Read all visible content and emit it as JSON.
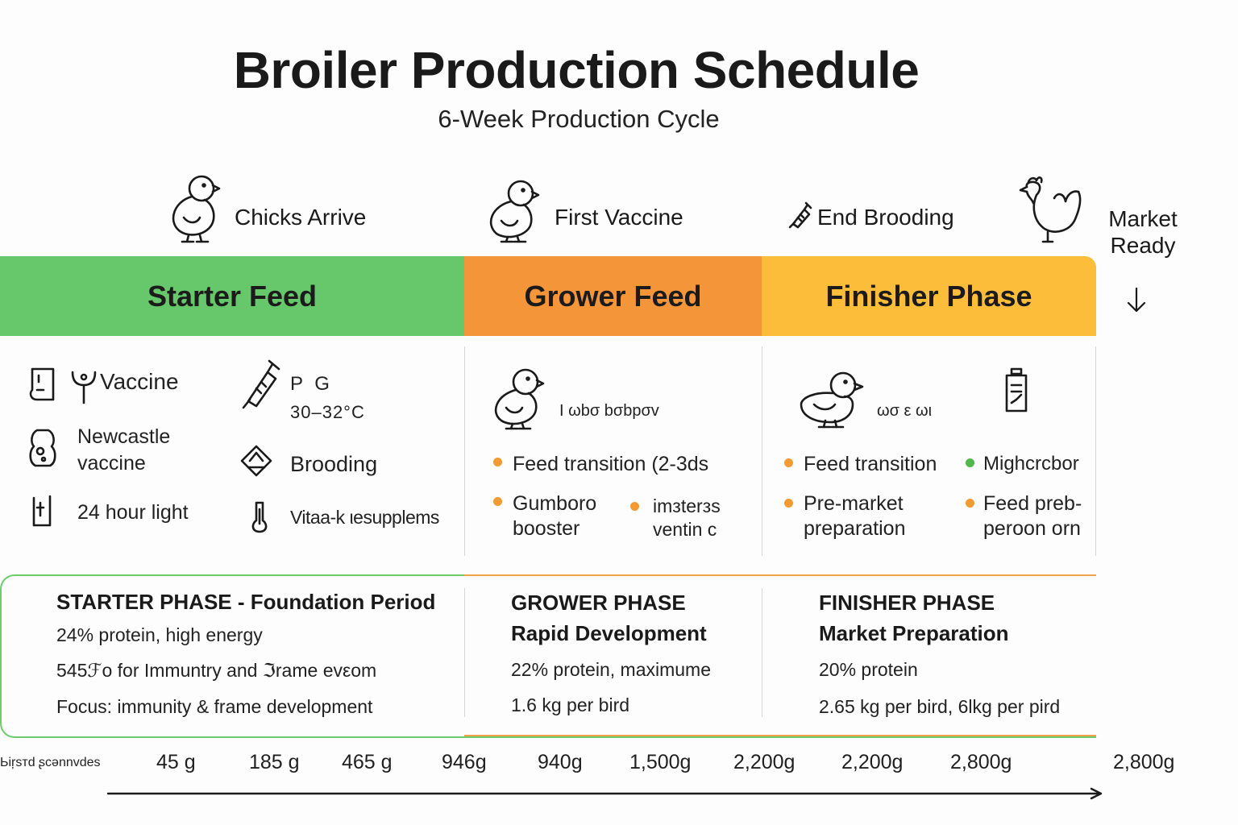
{
  "header": {
    "title": "Broiler Production Schedule",
    "subtitle": "6-Week Production Cycle"
  },
  "milestones": [
    {
      "label": "Chicks Arrive",
      "icon": "chick-icon"
    },
    {
      "label": "First Vaccine",
      "icon": "chick-icon"
    },
    {
      "label": "End Brooding",
      "icon": "syringe-icon"
    },
    {
      "label": "Market Ready",
      "icon": "hen-icon"
    }
  ],
  "phases": [
    {
      "label": "Starter Feed",
      "color": "#66c86a"
    },
    {
      "label": "Grower Feed",
      "color": "#f39538"
    },
    {
      "label": "Finisher Phase",
      "color": "#fbbd3a"
    }
  ],
  "starter_details": {
    "vaccine": "Vaccine",
    "temp_top": "P G",
    "temp": "30–32°C",
    "newcastle": "Newcastle vaccine",
    "brooding": "Brooding",
    "light": "24 hour light",
    "supplements": "Vitaa-k ιesupplems"
  },
  "grower_details": {
    "icon_caption": "I ωbσ bσbpσv",
    "bullets": [
      "Feed transition (2-3ds",
      "Gumboro booster",
      "imзterзs ventin c"
    ]
  },
  "finisher_details": {
    "icon_caption": "ωσ ε ωι",
    "bullets": [
      "Feed transition",
      "Mighcrcbor",
      "Pre-market preparation",
      "Feed preb- peroon orn"
    ]
  },
  "summaries": [
    {
      "heading": "STARTER PHASE - Foundation Period",
      "lines": [
        "24% protein, high energy",
        "545ℱo for Immuntry and ℑrame evεom",
        "Focus: immunity & frame development"
      ]
    },
    {
      "heading": "GROWER PHASE",
      "subheading": "Rapid Development",
      "lines": [
        "22% protein, maximume",
        "1.6 kg per bird"
      ]
    },
    {
      "heading": "FINISHER PHASE",
      "subheading": "Market Preparation",
      "lines": [
        "20% protein",
        "2.65 kg per bird, 6lkg per pird"
      ]
    }
  ],
  "weights": {
    "label": "Ьiŗsтd ʂcənnvdes",
    "values": [
      "45 g",
      "185 g",
      "465 g",
      "946g",
      "940g",
      "1,500g",
      "2,200g",
      "2,200g",
      "2,800g",
      "2,800g"
    ]
  }
}
